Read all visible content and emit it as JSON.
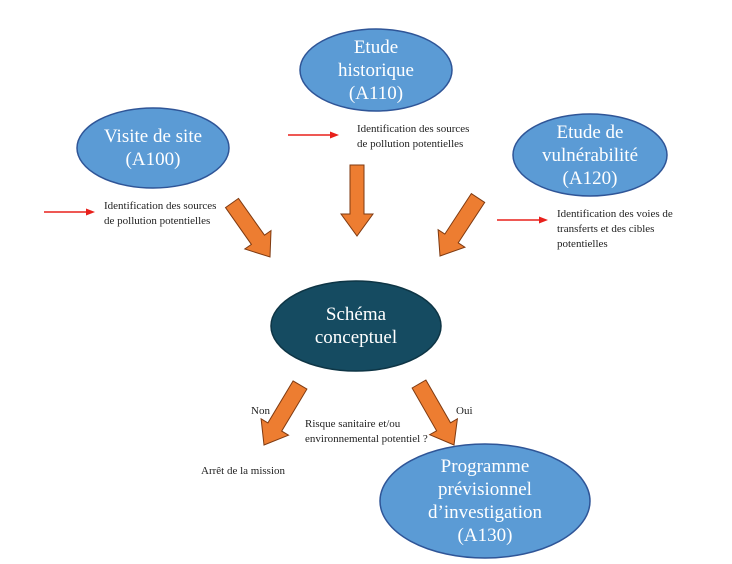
{
  "colors": {
    "node_fill": "#5b9bd5",
    "node_stroke": "#2f5597",
    "center_fill": "#154b61",
    "center_stroke": "#0e3545",
    "arrow_fill": "#ed7d31",
    "arrow_stroke": "#7f3a11",
    "pointer_red": "#e8201b"
  },
  "nodes": {
    "historique": {
      "lines": [
        "Etude",
        "historique",
        "(A110)"
      ]
    },
    "visite": {
      "lines": [
        "Visite de site",
        "(A100)"
      ]
    },
    "vulnerabilite": {
      "lines": [
        "Etude de",
        "vulnérabilité",
        "(A120)"
      ]
    },
    "schema": {
      "lines": [
        "Schéma",
        "conceptuel"
      ]
    },
    "programme": {
      "lines": [
        "Programme",
        "prévisionnel",
        "d’investigation",
        "(A130)"
      ]
    }
  },
  "notes": {
    "visite": [
      "Identification des sources",
      "de pollution potentielles"
    ],
    "historique": [
      "Identification des sources",
      "de pollution potentielles"
    ],
    "vulnerabilite": [
      "Identification des voies de",
      "transferts et des cibles",
      "potentielles"
    ]
  },
  "decision": {
    "question": [
      "Risque sanitaire et/ou",
      "environnemental potentiel ?"
    ],
    "no_label": "Non",
    "yes_label": "Oui",
    "stop_label": "Arrêt de la mission"
  }
}
